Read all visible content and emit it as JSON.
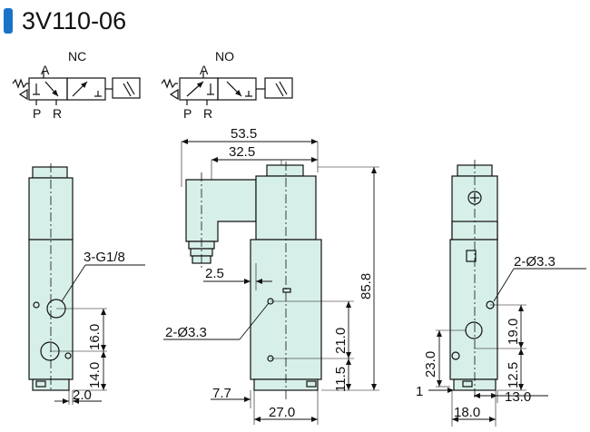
{
  "title": "3V110-06",
  "symbols": {
    "nc": {
      "label": "NC",
      "port_a": "A",
      "port_p": "P",
      "port_r": "R"
    },
    "no": {
      "label": "NO",
      "port_a": "A",
      "port_p": "P",
      "port_r": "R"
    }
  },
  "front_view": {
    "thread_callout": "3-G1/8",
    "dim_16": "16.0",
    "dim_14": "14.0",
    "dim_2": "2.0"
  },
  "side_view": {
    "dim_53_5": "53.5",
    "dim_32_5": "32.5",
    "dim_85_8": "85.8",
    "dim_2_5": "2.5",
    "hole_callout": "2-Ø3.3",
    "dim_21": "21.0",
    "dim_11_5": "11.5",
    "dim_7_7": "7.7",
    "dim_27": "27.0"
  },
  "rear_view": {
    "hole_callout": "2-Ø3.3",
    "dim_19": "19.0",
    "dim_12_5": "12.5",
    "dim_23": "23.0",
    "dim_1": "1",
    "dim_13": "13.0",
    "dim_18": "18.0"
  },
  "colors": {
    "body_fill": "#d7efe9",
    "line": "#111111",
    "accent": "#1a73c8"
  }
}
